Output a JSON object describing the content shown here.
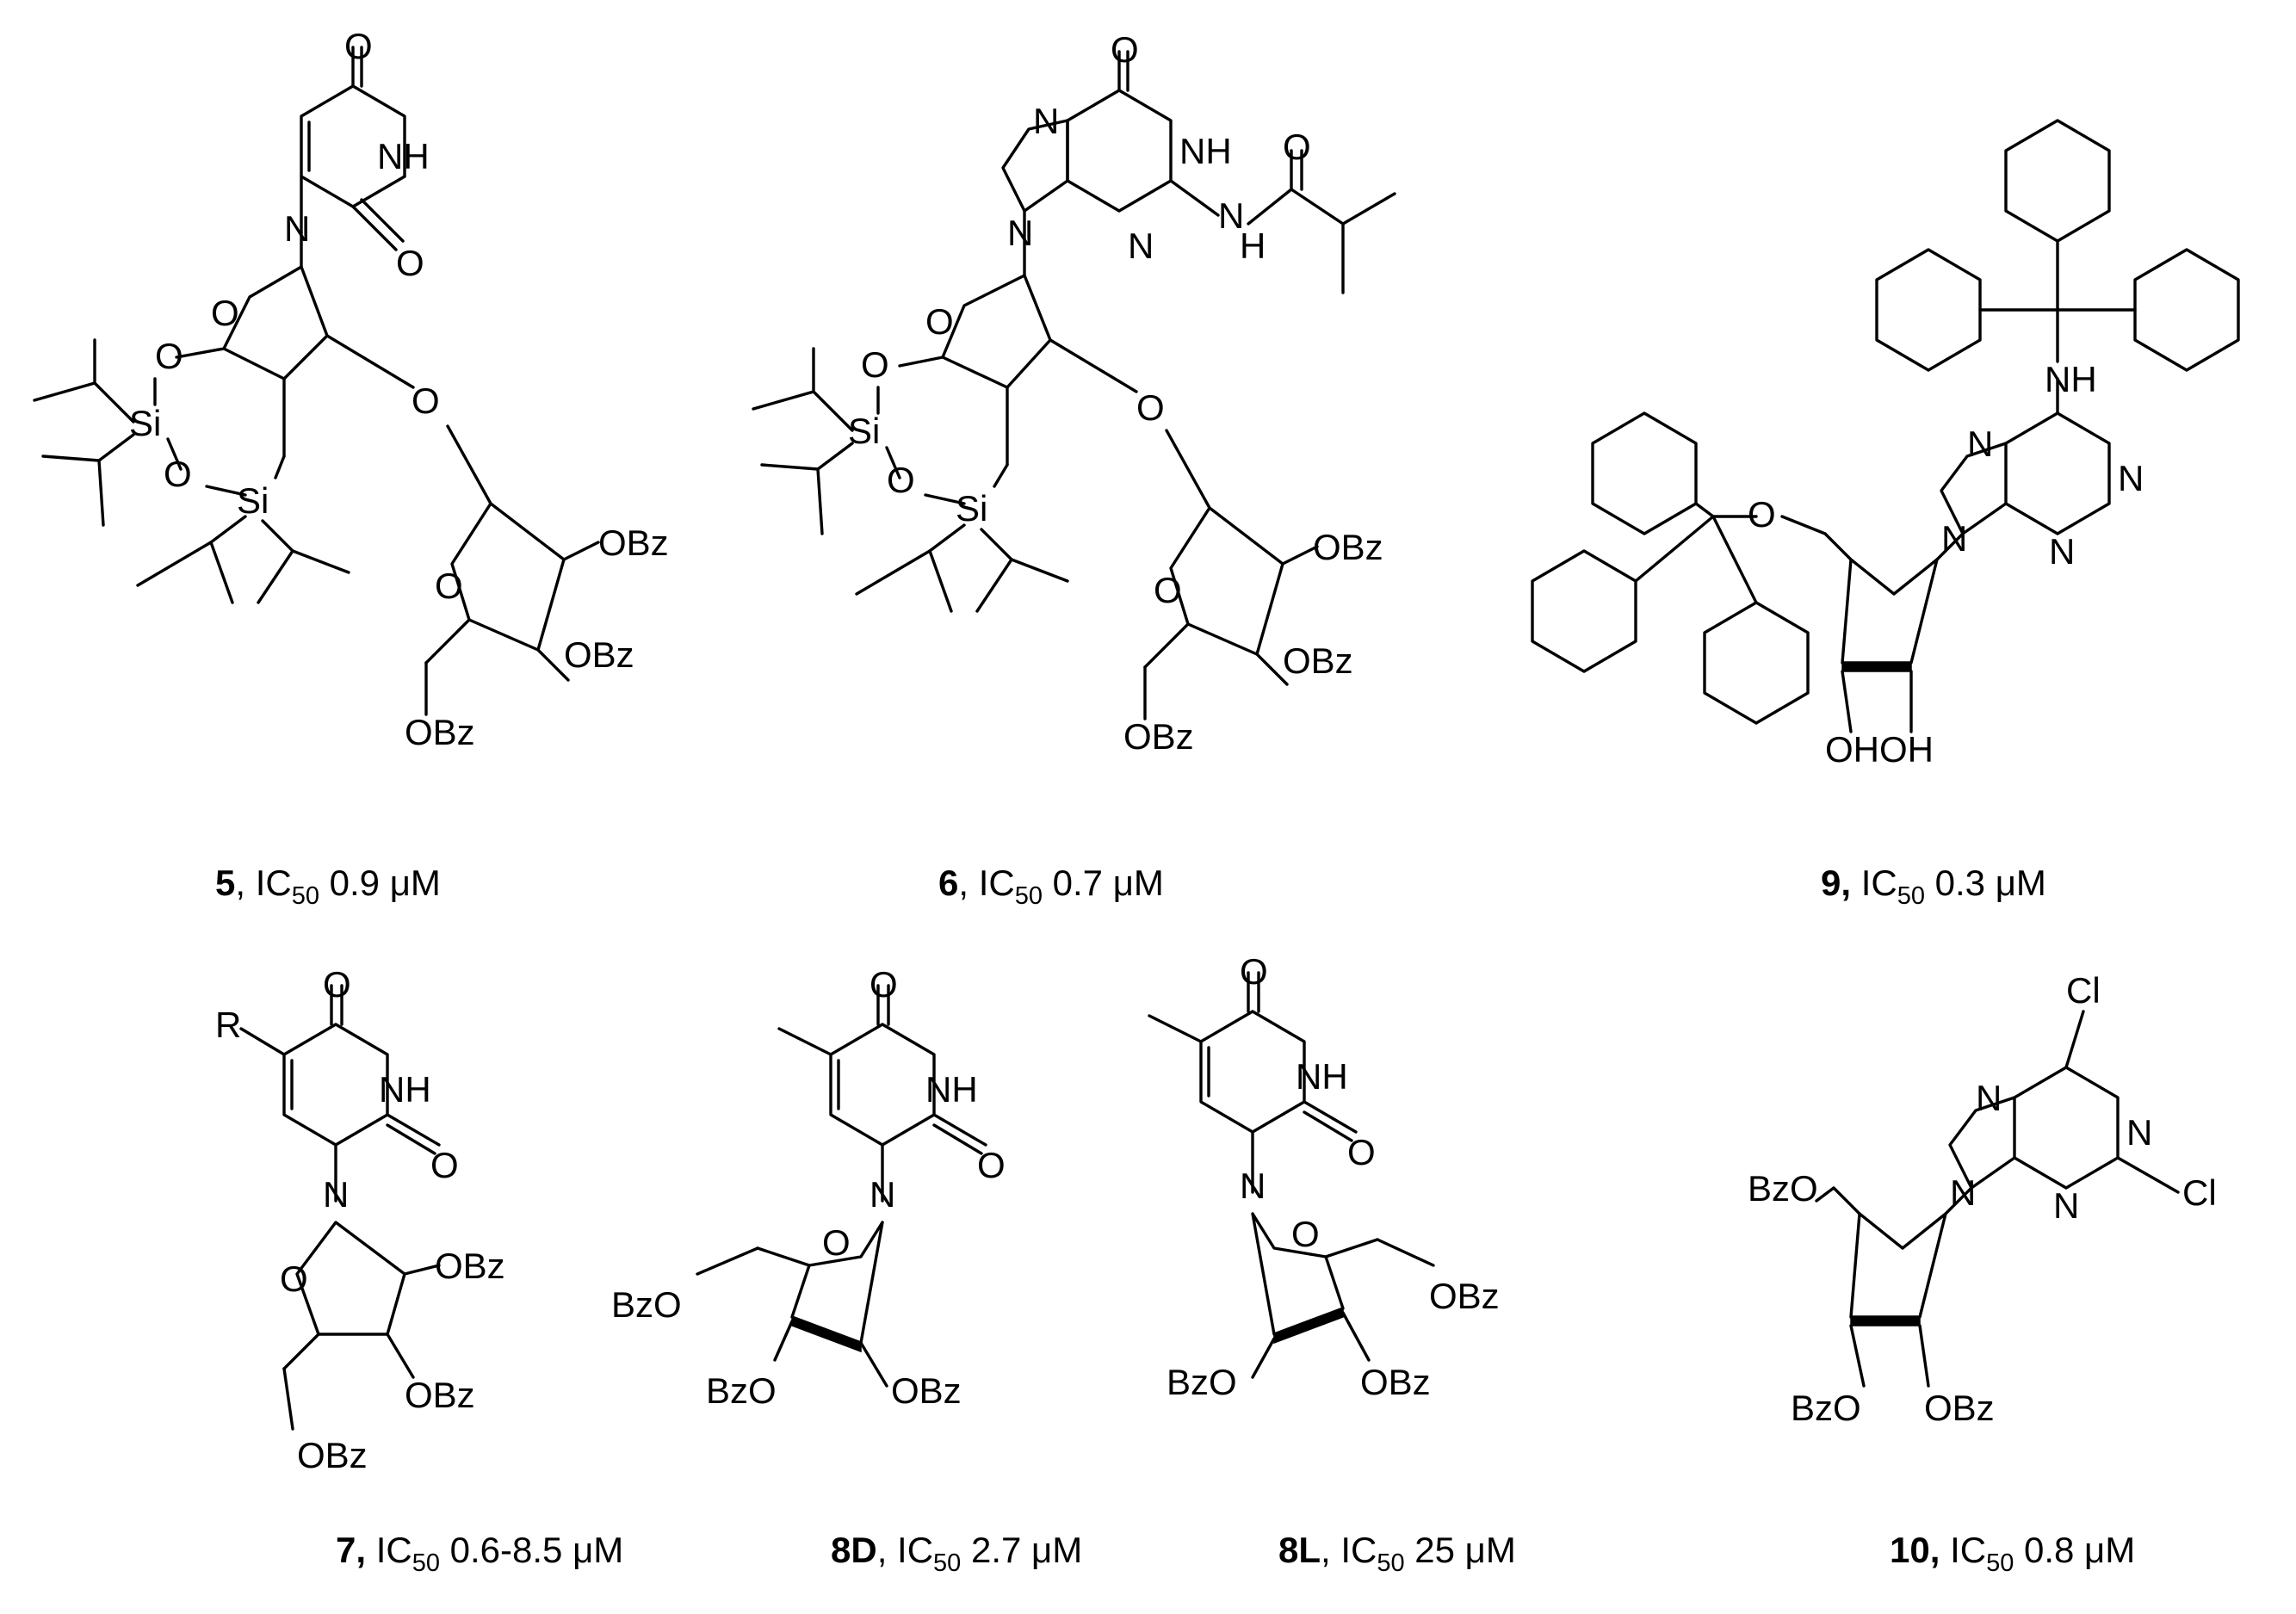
{
  "compounds": [
    {
      "id": "5",
      "number": "5",
      "sep": ", ",
      "ic_label": "IC",
      "ic_sub": "50",
      "value": " 0.9 μM"
    },
    {
      "id": "6",
      "number": "6",
      "sep": ", ",
      "ic_label": "IC",
      "ic_sub": "50",
      "value": " 0.7 μM"
    },
    {
      "id": "9",
      "number": "9,",
      "sep": " ",
      "ic_label": "IC",
      "ic_sub": "50",
      "value": " 0.3 μM"
    },
    {
      "id": "7",
      "number": "7,",
      "sep": " ",
      "ic_label": "IC",
      "ic_sub": "50",
      "value": " 0.6-8.5 μM"
    },
    {
      "id": "8D",
      "number": "8D",
      "sep": ", ",
      "ic_label": "IC",
      "ic_sub": "50",
      "value": " 2.7 μM"
    },
    {
      "id": "8L",
      "number": "8L",
      "sep": ", ",
      "ic_label": "IC",
      "ic_sub": "50",
      "value": " 25 μM"
    },
    {
      "id": "10",
      "number": "10,",
      "sep": " ",
      "ic_label": "IC",
      "ic_sub": "50",
      "value": " 0.8 μM"
    }
  ],
  "atoms": {
    "O": "O",
    "NH": "NH",
    "N": "N",
    "H": "H",
    "OBz": "OBz",
    "BzO": "BzO",
    "Si": "Si",
    "R": "R",
    "Cl": "Cl",
    "OH": "OH",
    "OHOH": "OHOH"
  }
}
